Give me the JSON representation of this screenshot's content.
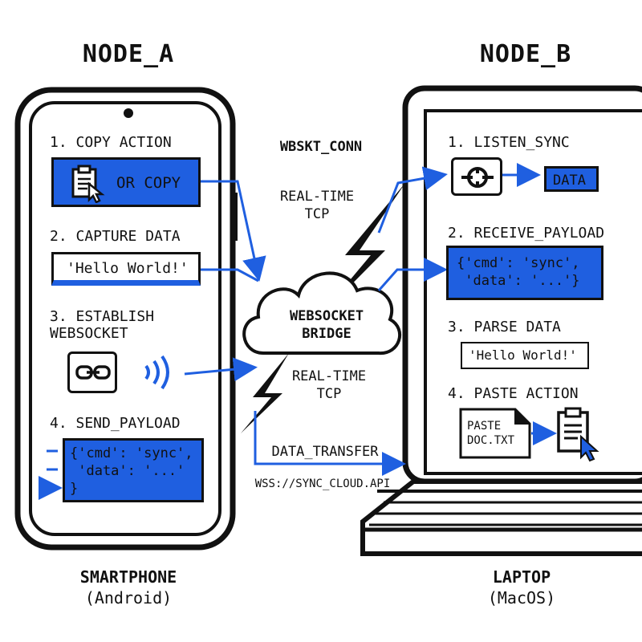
{
  "node_a": {
    "title": "NODE_A",
    "device_name": "SMARTPHONE",
    "device_os": "(Android)",
    "steps": {
      "s1": "1. COPY ACTION",
      "s1_button": "OR COPY",
      "s2": "2. CAPTURE DATA",
      "s2_value": "'Hello World!'",
      "s3": "3. ESTABLISH\nWEBSOCKET",
      "s4": "4. SEND_PAYLOAD",
      "s4_payload": "{'cmd': 'sync',\n 'data': '...'\n}"
    }
  },
  "node_b": {
    "title": "NODE_B",
    "device_name": "LAPTOP",
    "device_os": "(MacOS)",
    "steps": {
      "s1": "1. LISTEN_SYNC",
      "s1_badge": "DATA",
      "s2": "2. RECEIVE_PAYLOAD",
      "s2_payload": "{'cmd': 'sync',\n 'data': '...'}",
      "s3": "3. PARSE DATA",
      "s3_value": "'Hello World!'",
      "s4": "4. PASTE ACTION",
      "s4_doc": "PASTE\nDOC.TXT"
    }
  },
  "bridge": {
    "conn_label": "WBSKT_CONN",
    "tcp_top": "REAL-TIME\nTCP",
    "cloud_label": "WEBSOCKET\nBRIDGE",
    "tcp_bottom": "REAL-TIME\nTCP",
    "transfer_label": "DATA_TRANSFER",
    "endpoint": "WSS://SYNC_CLOUD.API"
  },
  "colors": {
    "accent": "#1f5fe0",
    "ink": "#111111",
    "panel": "#ffffff"
  },
  "icons": [
    "clipboard-cursor-icon",
    "link-icon",
    "signal-waves-icon",
    "sync-node-icon",
    "document-icon",
    "clipboard-paste-icon",
    "cloud-icon",
    "lightning-icon"
  ]
}
